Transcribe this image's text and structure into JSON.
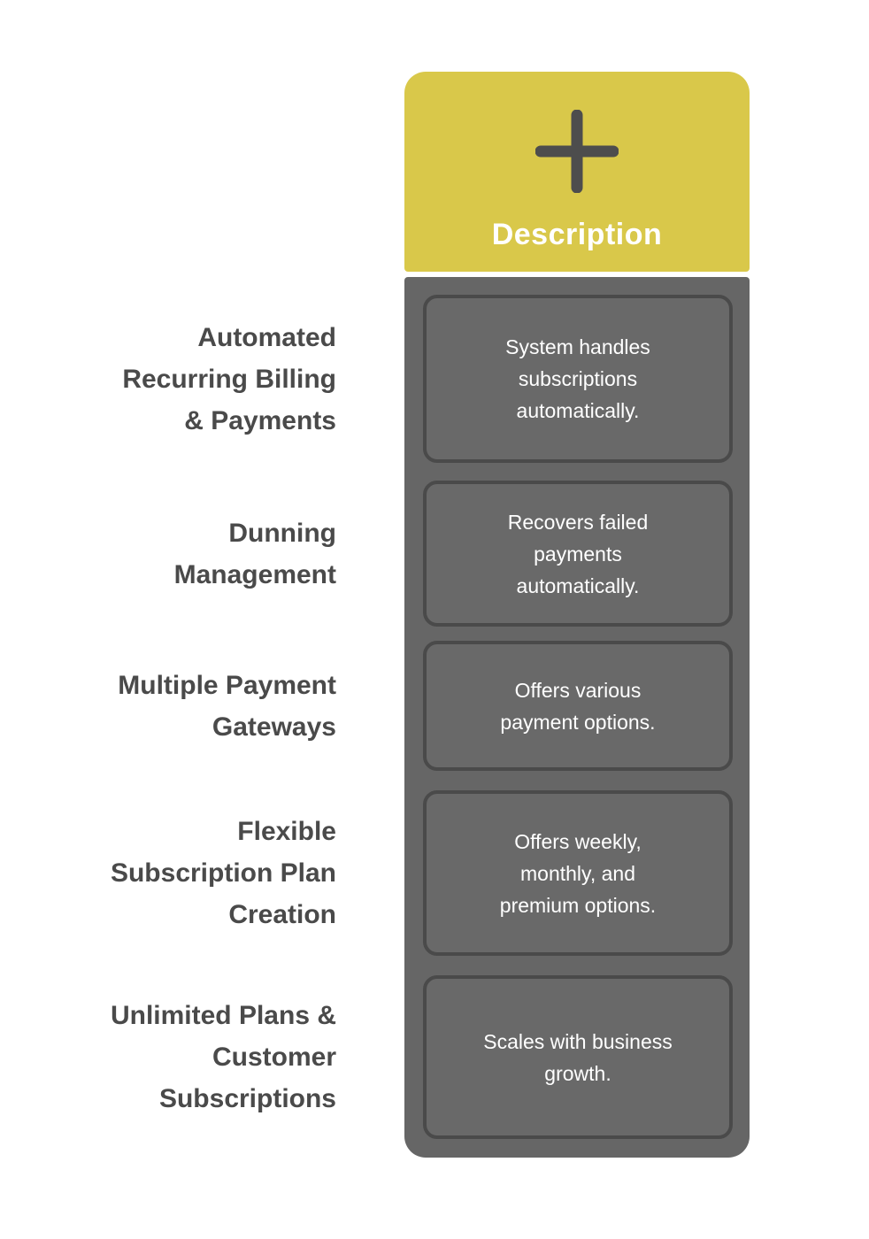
{
  "header": {
    "title": "Description",
    "icon": "plus-icon"
  },
  "rows": [
    {
      "label": "Automated Recurring Billing & Payments",
      "label_lines": [
        "Automated",
        "Recurring Billing",
        "& Payments"
      ],
      "description": "System handles subscriptions automatically.",
      "description_lines": [
        "System handles",
        "subscriptions",
        "automatically."
      ]
    },
    {
      "label": "Dunning Management",
      "label_lines": [
        "Dunning",
        "Management"
      ],
      "description": "Recovers failed payments automatically.",
      "description_lines": [
        "Recovers failed",
        "payments",
        "automatically."
      ]
    },
    {
      "label": "Multiple Payment Gateways",
      "label_lines": [
        "Multiple Payment",
        "Gateways"
      ],
      "description": "Offers various payment options.",
      "description_lines": [
        "Offers various",
        "payment options."
      ]
    },
    {
      "label": "Flexible Subscription Plan Creation",
      "label_lines": [
        "Flexible",
        "Subscription Plan",
        "Creation"
      ],
      "description": "Offers weekly, monthly, and premium options.",
      "description_lines": [
        "Offers weekly,",
        "monthly, and",
        "premium options."
      ]
    },
    {
      "label": "Unlimited Plans & Customer Subscriptions",
      "label_lines": [
        "Unlimited Plans &",
        "Customer",
        "Subscriptions"
      ],
      "description": "Scales with business growth.",
      "description_lines": [
        "Scales with business",
        "growth."
      ]
    }
  ],
  "colors": {
    "page_bg": "#ffffff",
    "header_bg": "#d9c84a",
    "header_text": "#ffffff",
    "plus_icon": "#4d4d4d",
    "body_bg": "#666666",
    "box_bg": "#696969",
    "box_border": "#4a4a4a",
    "desc_text": "#ffffff",
    "label_text": "#4a4a4a"
  }
}
